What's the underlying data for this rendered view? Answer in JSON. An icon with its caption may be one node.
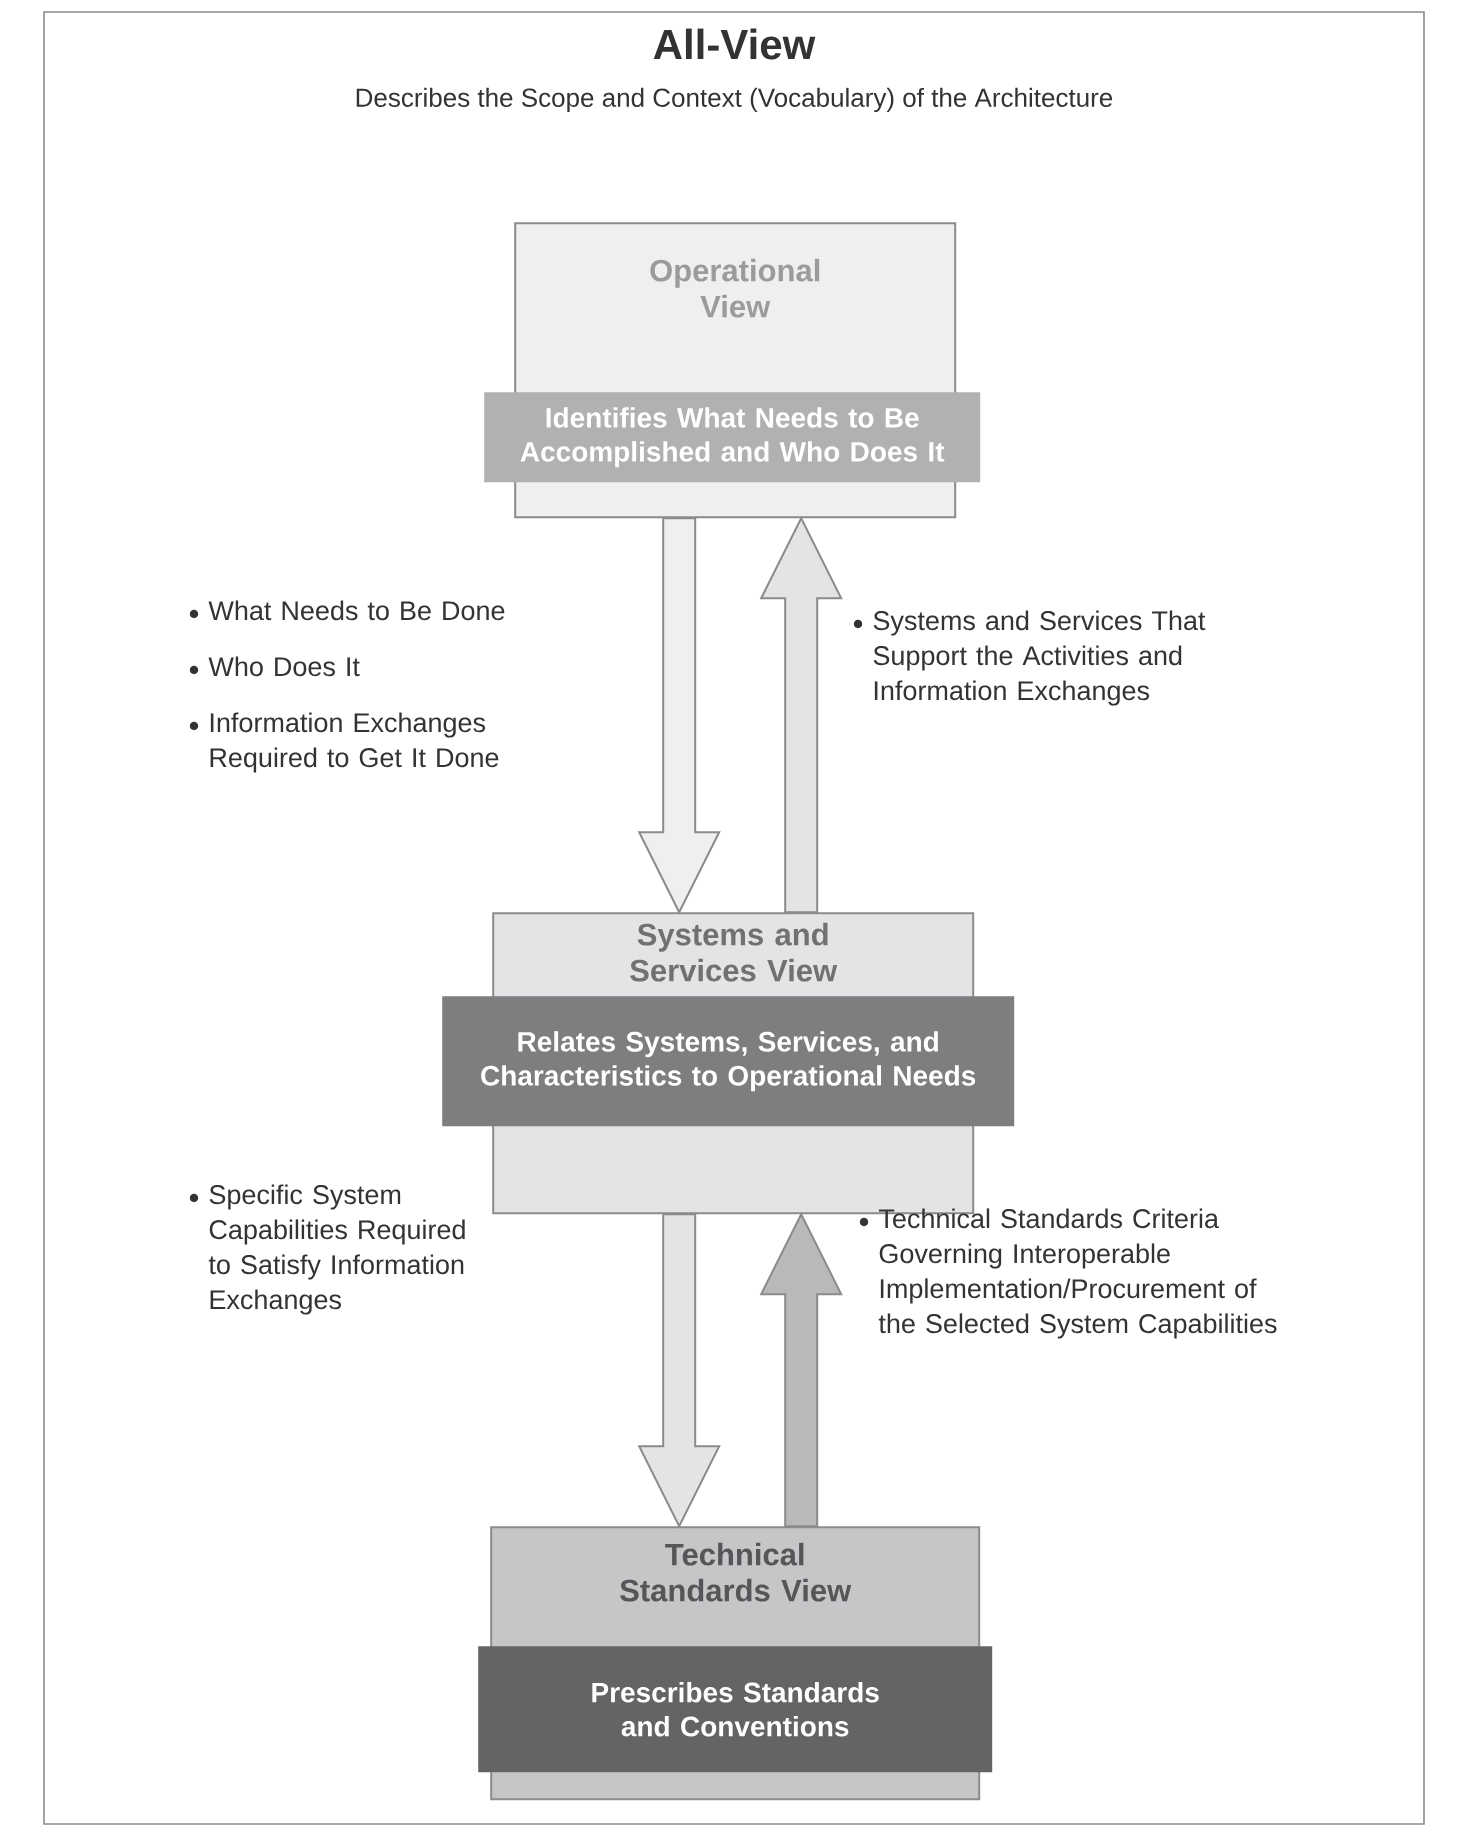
{
  "diagram": {
    "nodes": [
      {
        "text": [
          "All-View",
          "Describes the Scope and Context (Vocabulary) of the Architecture"
        ]
      },
      {
        "text": [
          "Operational View",
          "Identifies What Needs to Be Accomplished and Who Does It"
        ],
        "in": 0
      },
      {
        "text": [
          "Systems and Services View",
          "Relates Systems, Services, and Characteristics to Operational Needs"
        ],
        "in": 0
      },
      {
        "text": [
          "Technical Standards View",
          "Prescribes Standards and Conventions"
        ],
        "in": 0
      }
    ],
    "edges": [
      {
        "from": 1,
        "to": 2,
        "arrow": "to"
      },
      {
        "from": 2,
        "to": 1,
        "arrow": "to"
      },
      {
        "from": 2,
        "to": 3,
        "arrow": "to"
      },
      {
        "from": 3,
        "to": 2,
        "arrow": "to"
      }
    ],
    "labels": [
      "What Needs to Be Done",
      "Who Does It",
      "Information Exchanges Required to Get It Done",
      "Systems and Services That Support the Activities and Information Exchanges",
      "Specific System Capabilities Required to Satisfy Information Exchanges",
      "Technical Standards Criteria Governing Interoperable Implementation/Procurement of the Selected System Capabilities"
    ]
  }
}
